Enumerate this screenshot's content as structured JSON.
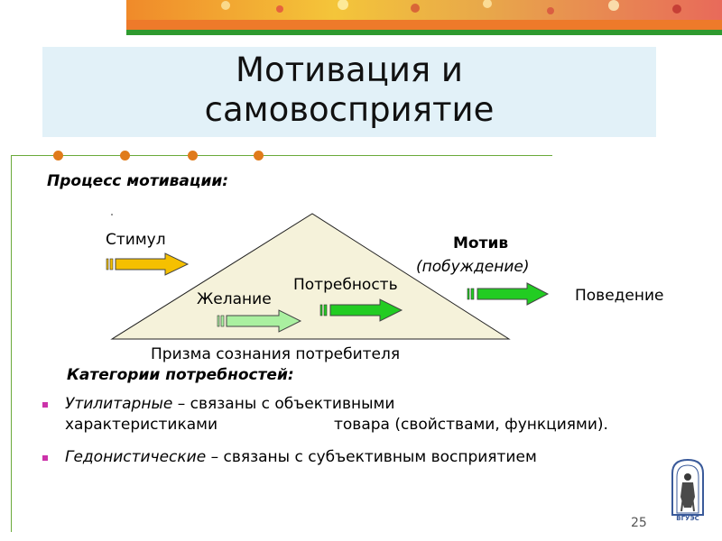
{
  "slide": {
    "title_line1": "Мотивация и",
    "title_line2": "самовосприятие",
    "process_heading": "Процесс мотивации:",
    "prism_label": "Призма сознания потребителя",
    "page_number": "25"
  },
  "diagram": {
    "stimulus": "Стимул",
    "desire": "Желание",
    "need": "Потребность",
    "motive": "Мотив",
    "motive_sub": "(побуждение)",
    "behavior": "Поведение"
  },
  "needs": {
    "heading": "Категории потребностей:",
    "utilitarian_term": "Утилитарные",
    "utilitarian_desc_1": " – связаны с  объективными",
    "utilitarian_desc_2a": "характеристиками",
    "utilitarian_desc_2b": "товара (свойствами, функциями).",
    "hedonic_term": "Гедонистические",
    "hedonic_desc": " – связаны с субъективным восприятием"
  },
  "logo": {
    "text": "ВГУЭС"
  },
  "colors": {
    "stimulus_arrow": "#f5c000",
    "desire_arrow": "#aaf0a0",
    "need_arrow": "#22cc22",
    "motive_arrow": "#22cc22",
    "accent_green": "#2f9a2f",
    "dot_orange": "#e07b1b",
    "title_bg": "#e2f1f8",
    "triangle_fill": "#f5f2da"
  }
}
